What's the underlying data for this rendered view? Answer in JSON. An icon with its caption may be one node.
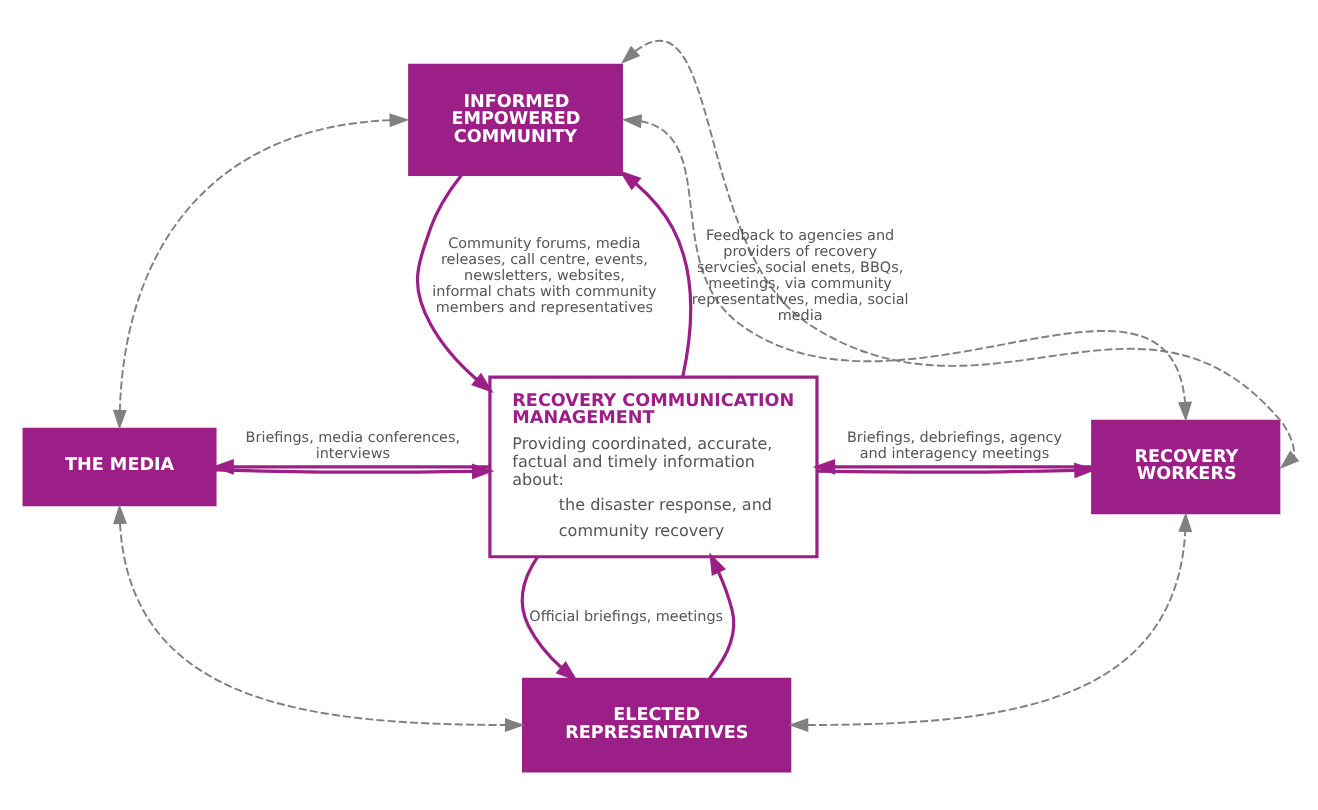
{
  "diagram": {
    "nodes": [
      {
        "text": [
          "INFORMED EMPOWERED COMMUNITY"
        ]
      },
      {
        "text": [
          "THE MEDIA"
        ]
      },
      {
        "text": [
          "RECOVERY COMMUNICATION MANAGEMENT",
          "Providing coordinated, accurate, factual and timely information about:",
          "the disaster response, and",
          "community recovery"
        ]
      },
      {
        "text": [
          "RECOVERY WORKERS"
        ]
      },
      {
        "text": [
          "ELECTED REPRESENTATIVES"
        ]
      }
    ],
    "edges": [
      {
        "from": 0,
        "to": 2,
        "arrow": "to",
        "label": "Community forums, media releases, call centre, events, newsletters, websites, informal chats with community members and representatives"
      },
      {
        "from": 2,
        "to": 0,
        "arrow": "to",
        "label": "Feedback to agencies and providers of recovery servcies, social enets, BBQs, meetings, via community representatives, media, social media"
      },
      {
        "from": 2,
        "to": 1,
        "arrow": "to",
        "label": "Briefings, media conferences, interviews"
      },
      {
        "from": 1,
        "to": 2,
        "arrow": "to"
      },
      {
        "from": 3,
        "to": 2,
        "arrow": "to",
        "label": "Briefings, debriefings, agency and interagency meetings"
      },
      {
        "from": 2,
        "to": 3,
        "arrow": "to"
      },
      {
        "from": 2,
        "to": 4,
        "arrow": "to",
        "label": "Official briefings, meetings"
      },
      {
        "from": 4,
        "to": 2,
        "arrow": "to"
      },
      {
        "from": 0,
        "to": 1,
        "arrow": "both",
        "style": "dashed",
        "color": "#808080"
      },
      {
        "from": 0,
        "to": 3,
        "arrow": "both",
        "style": "dashed",
        "color": "#808080"
      },
      {
        "from": 0,
        "to": 3,
        "arrow": "both",
        "style": "dashed",
        "color": "#808080"
      },
      {
        "from": 1,
        "to": 4,
        "arrow": "both",
        "style": "dashed",
        "color": "#808080"
      },
      {
        "from": 4,
        "to": 3,
        "arrow": "both",
        "style": "dashed",
        "color": "#808080"
      }
    ]
  }
}
